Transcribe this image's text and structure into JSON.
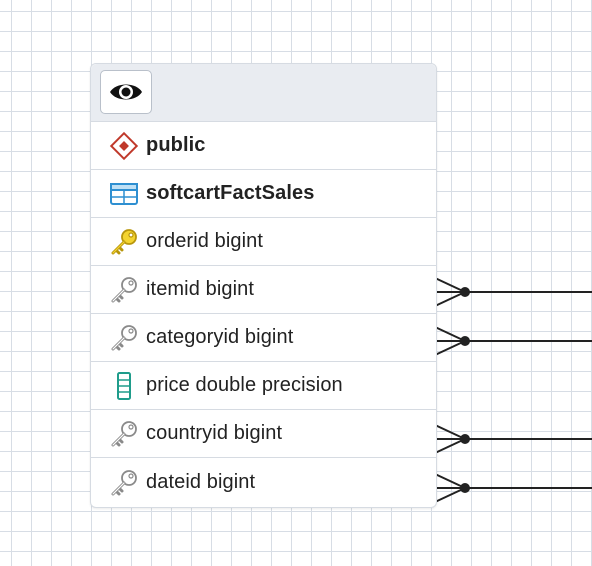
{
  "node": {
    "header": {
      "view_icon": "eye-icon"
    },
    "rows": [
      {
        "text": "public",
        "icon": "schema-diamond-icon",
        "bold": true,
        "relation": false
      },
      {
        "text": "softcartFactSales",
        "icon": "table-icon",
        "bold": true,
        "relation": false
      },
      {
        "text": "orderid bigint",
        "icon": "primary-key-icon",
        "bold": false,
        "relation": false
      },
      {
        "text": "itemid bigint",
        "icon": "foreign-key-icon",
        "bold": false,
        "relation": true
      },
      {
        "text": "categoryid bigint",
        "icon": "foreign-key-icon",
        "bold": false,
        "relation": true
      },
      {
        "text": "price double precision",
        "icon": "column-icon",
        "bold": false,
        "relation": false
      },
      {
        "text": "countryid bigint",
        "icon": "foreign-key-icon",
        "bold": false,
        "relation": true
      },
      {
        "text": "dateid bigint",
        "icon": "foreign-key-icon",
        "bold": false,
        "relation": true
      }
    ]
  },
  "colors": {
    "grid": "#d7dde5",
    "schema_icon": "#c0392b",
    "table_icon": "#2e8fd1",
    "primary_key": "#e0c020",
    "foreign_key": "#8a8a8a",
    "column_icon": "#1f9c8b",
    "link_line": "#222222"
  }
}
